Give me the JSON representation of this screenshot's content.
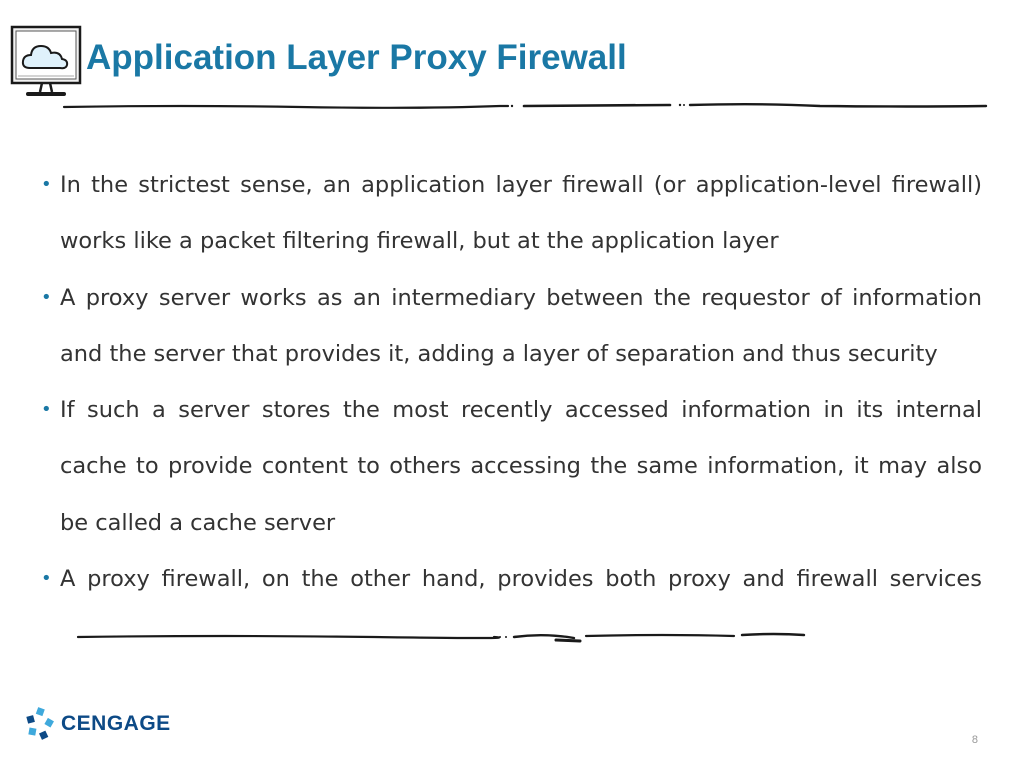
{
  "slide": {
    "title": "Application Layer Proxy Firewall",
    "bullets": [
      "In the strictest sense, an application layer firewall (or application-level firewall) works like a packet filtering firewall, but at the application layer",
      "A proxy server works as an intermediary between the requestor of information and the server that provides it, adding a layer of separation and thus security",
      "If such a server stores the most recently accessed information in its internal cache to provide content to others accessing the same information, it may also be called a cache server",
      "A proxy firewall, on the other hand, provides both proxy and firewall services"
    ],
    "bullet_glyph": "•",
    "logo_text": "CENGAGE",
    "page_number": "8"
  },
  "icons": {
    "header": "cloud-monitor-icon",
    "logo": "cengage-logo-icon"
  },
  "colors": {
    "title": "#1a78a5",
    "body_text": "#333333",
    "logo_text": "#0d4a86",
    "logo_accent": "#3fa9dc"
  }
}
